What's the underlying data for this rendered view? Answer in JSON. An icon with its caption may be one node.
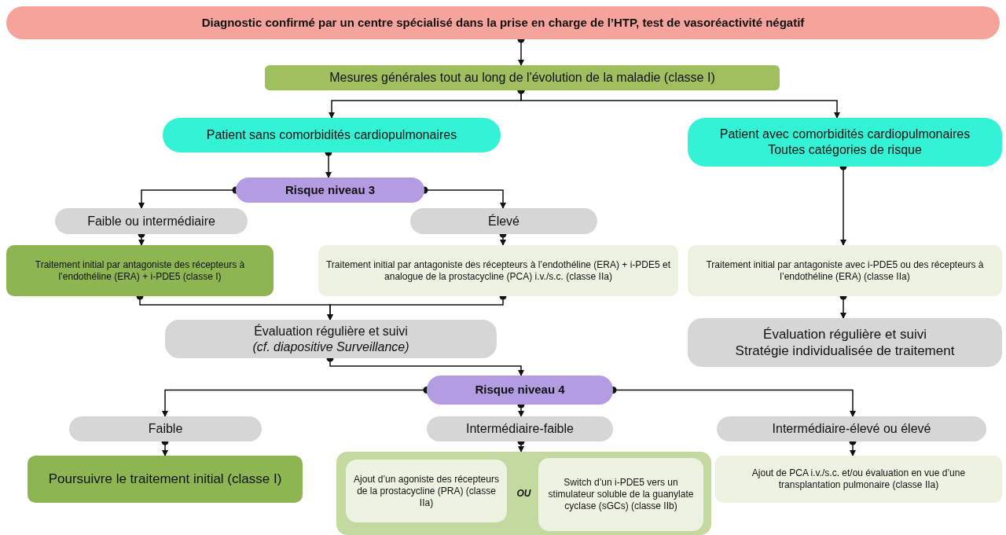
{
  "diagram": {
    "nodes": [
      {
        "text": [
          "Diagnostic confirmé par un centre spécialisé dans la prise en charge de l’HTP, test de vasoréactivité négatif"
        ]
      },
      {
        "text": [
          "Mesures générales tout au long de l'évolution de la maladie (classe I)"
        ]
      },
      {
        "text": [
          "Patient sans comorbidités cardiopulmonaires"
        ]
      },
      {
        "text": [
          "Patient avec comorbidités cardiopulmonaires",
          "Toutes catégories de risque"
        ]
      },
      {
        "text": [
          "Risque niveau 3"
        ]
      },
      {
        "text": [
          "Faible ou intermédiaire"
        ]
      },
      {
        "text": [
          "Élevé"
        ]
      },
      {
        "text": [
          "Traitement initial par antagoniste des récepteurs à l’endothéline (ERA) + i-PDE5 (classe I)"
        ]
      },
      {
        "text": [
          "Traitement initial par antagoniste des récepteurs à l’endothéline (ERA) + i-PDE5 et analogue de la prostacycline (PCA) i.v./s.c. (classe IIa)"
        ]
      },
      {
        "text": [
          "Traitement initial par antagoniste avec i-PDE5 ou des récepteurs à l’endothéline (ERA) (classe IIa)"
        ]
      },
      {
        "text": [
          "Évaluation régulière et suivi",
          "(cf. diapositive Surveillance)"
        ]
      },
      {
        "text": [
          "Évaluation régulière et suivi",
          "Stratégie individualisée de traitement"
        ]
      },
      {
        "text": [
          "Risque niveau 4"
        ]
      },
      {
        "text": [
          "Faible"
        ]
      },
      {
        "text": [
          "Intermédiaire-faible"
        ]
      },
      {
        "text": [
          "Intermédiaire-élevé ou élevé"
        ]
      },
      {
        "text": [
          "Poursuivre le traitement initial (classe I)"
        ]
      },
      {
        "text": [
          "OU"
        ]
      },
      {
        "text": [
          "Ajout d’un agoniste des récepteurs de la prostacycline (PRA) (classe IIa)"
        ],
        "in": 17
      },
      {
        "text": [
          "Switch d’un i-PDE5 vers un stimulateur soluble de la guanylate cyclase (sGCs) (classe IIb)"
        ],
        "in": 17
      },
      {
        "text": [
          "Ajout de PCA i.v./s.c. et/ou évaluation en vue d’une transplantation pulmonaire (classe IIa)"
        ]
      }
    ],
    "edges": [
      {
        "from": 0,
        "to": 1,
        "arrow": "to"
      },
      {
        "from": 1,
        "to": 2,
        "arrow": "to"
      },
      {
        "from": 1,
        "to": 3,
        "arrow": "to"
      },
      {
        "from": 2,
        "to": 4,
        "arrow": "to"
      },
      {
        "from": 4,
        "to": 5,
        "arrow": "to"
      },
      {
        "from": 4,
        "to": 6,
        "arrow": "to"
      },
      {
        "from": 5,
        "to": 7,
        "arrow": "to"
      },
      {
        "from": 6,
        "to": 8,
        "arrow": "to"
      },
      {
        "from": 3,
        "to": 9,
        "arrow": "to"
      },
      {
        "from": 7,
        "to": 10,
        "arrow": "to"
      },
      {
        "from": 8,
        "to": 10,
        "arrow": "to"
      },
      {
        "from": 9,
        "to": 11,
        "arrow": "to"
      },
      {
        "from": 10,
        "to": 12,
        "arrow": "to"
      },
      {
        "from": 12,
        "to": 13,
        "arrow": "to"
      },
      {
        "from": 12,
        "to": 14,
        "arrow": "to"
      },
      {
        "from": 12,
        "to": 15,
        "arrow": "to"
      },
      {
        "from": 13,
        "to": 16,
        "arrow": "to"
      },
      {
        "from": 14,
        "to": 17,
        "arrow": "to"
      },
      {
        "from": 15,
        "to": 20,
        "arrow": "to"
      }
    ]
  }
}
